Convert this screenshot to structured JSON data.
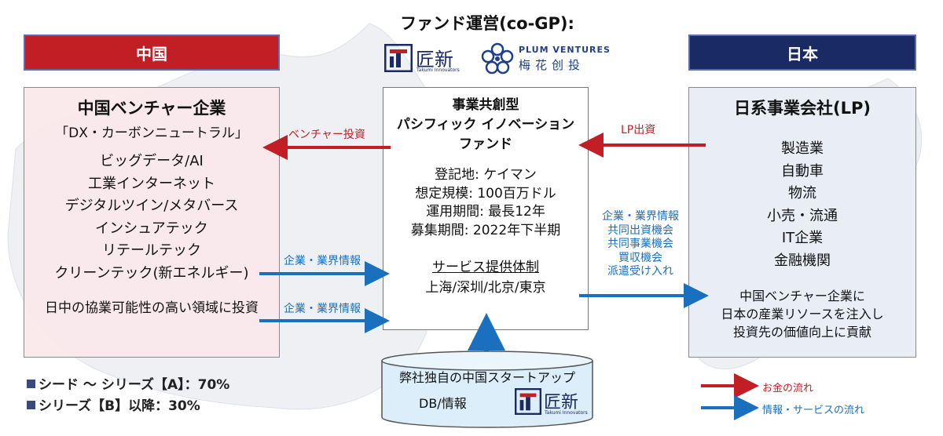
{
  "header": {
    "fund_operators": "ファンド運営(co-GP):"
  },
  "logos": {
    "takumi": {
      "name": "匠新",
      "sub": "Takumi Innovators"
    },
    "plum": {
      "en": "PLUM VENTURES",
      "cn": "梅花创投"
    }
  },
  "china": {
    "header": "中国",
    "title": "中国ベンチャー企業",
    "theme": "「DX・カーボンニュートラル」",
    "sectors": [
      "ビッグデータ/AI",
      "工業インターネット",
      "デジタルツイン/メタバース",
      "インシュアテック",
      "リテールテック",
      "クリーンテック(新エネルギー)"
    ],
    "invest_focus": "日中の協業可能性の高い領域に投資"
  },
  "fund": {
    "title_lines": [
      "事業共創型",
      "パシフィック イノベーション",
      "ファンド"
    ],
    "info": [
      "登記地: ケイマン",
      "想定規模: 100百万ドル",
      "運用期間: 最長12年",
      "募集期間: 2022年下半期"
    ],
    "service_heading": "サービス提供体制",
    "service_locations": "上海/深圳/北京/東京"
  },
  "japan": {
    "header": "日本",
    "title": "日系事業会社(LP)",
    "industries": [
      "製造業",
      "自動車",
      "物流",
      "小売・流通",
      "IT企業",
      "金融機関"
    ],
    "contribution": [
      "中国ベンチャー企業に",
      "日本の産業リソースを注入し",
      "投資先の価値向上に貢献"
    ]
  },
  "flows": {
    "venture_investment": "ベンチャー投資",
    "lp_investment": "LP出資",
    "info_industry_1": "企業・業界情報",
    "info_industry_2": "企業・業界情報",
    "jp_benefits": [
      "企業・業界情報",
      "共同出資機会",
      "共同事業機会",
      "買収機会",
      "派遣受け入れ"
    ]
  },
  "database": {
    "line1": "弊社独自の中国スタートアップ",
    "line2": "DB/情報"
  },
  "allocation": [
    "シード ～ シリーズ【A】：70%",
    "シリーズ【B】以降：30%"
  ],
  "legend": {
    "money": "お金の流れ",
    "info": "情報・サービスの流れ"
  },
  "colors": {
    "china_red": "#c21e26",
    "japan_navy": "#1a2a62",
    "money_arrow": "#c21e26",
    "info_arrow": "#1a6fbf",
    "db_fill": "#dbeefa"
  }
}
